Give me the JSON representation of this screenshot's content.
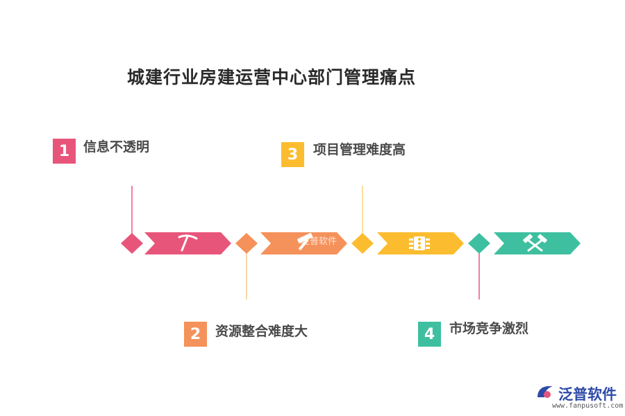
{
  "title": "城建行业房建运营中心部门管理痛点",
  "points": [
    {
      "number": "1",
      "label": "信息不透明",
      "color": "#e8557a"
    },
    {
      "number": "2",
      "label": "资源整合难度大",
      "color": "#f5915a"
    },
    {
      "number": "3",
      "label": "项目管理难度高",
      "color": "#fbbd2f"
    },
    {
      "number": "4",
      "label": "市场竞争激烈",
      "color": "#3ec0a0"
    }
  ],
  "arrows": [
    {
      "icon": "pickaxe-icon",
      "color": "#e8557a"
    },
    {
      "icon": "hammer-icon",
      "color": "#f5915a"
    },
    {
      "icon": "traffic-light-icon",
      "color": "#fbbd2f"
    },
    {
      "icon": "crossed-hammers-icon",
      "color": "#3ec0a0"
    }
  ],
  "watermark": "泛普软件",
  "logo": {
    "name": "泛普软件",
    "url": "www.fanpusoft.com"
  }
}
